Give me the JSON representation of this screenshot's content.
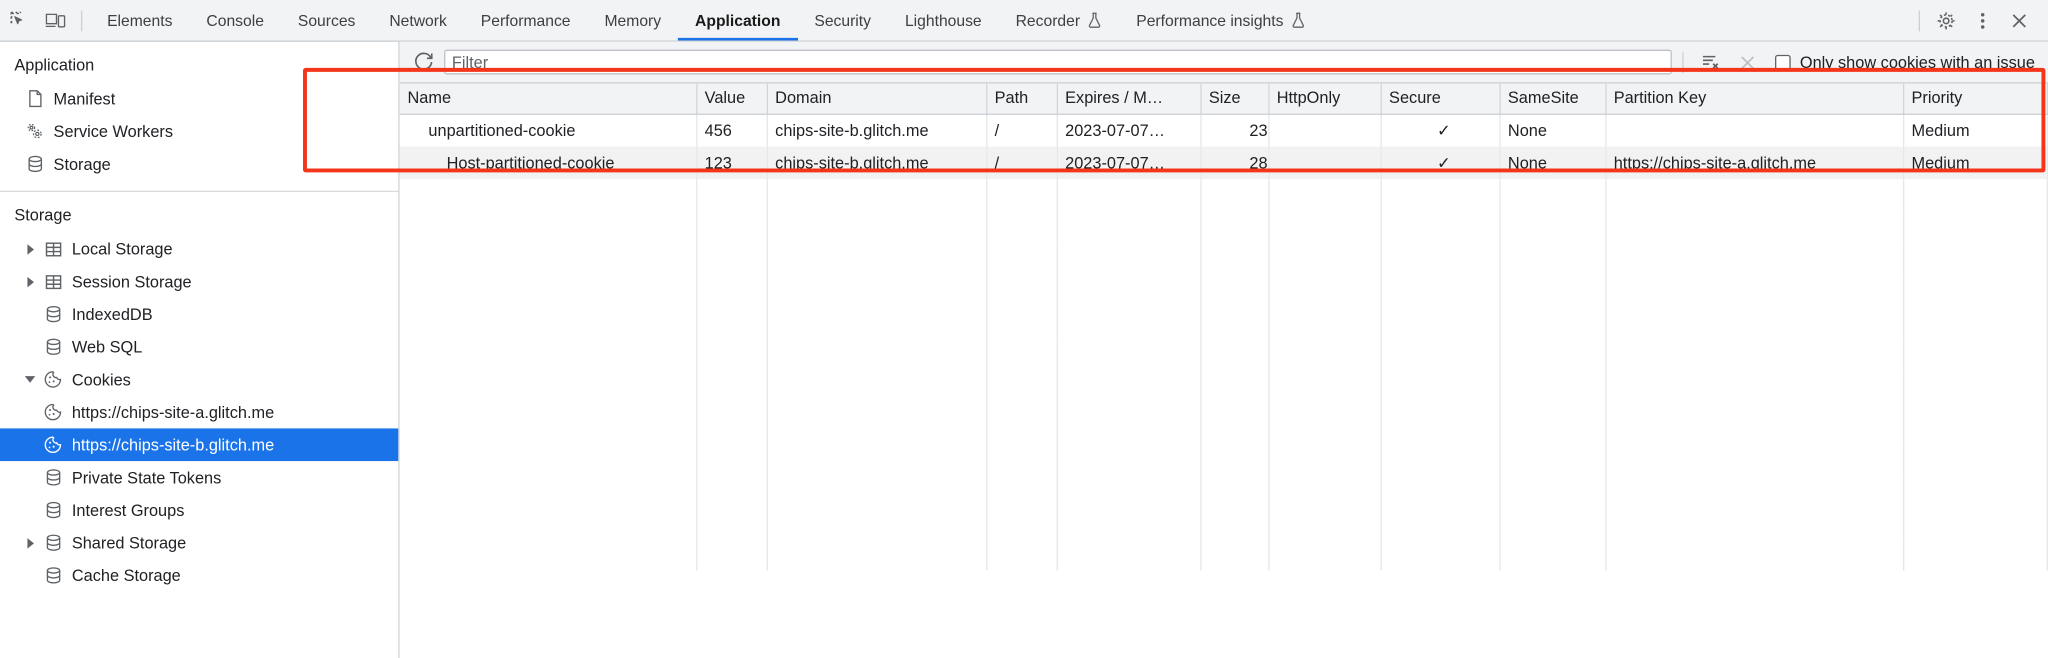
{
  "toolbar": {
    "icons": [
      {
        "name": "inspect-element-icon",
        "title": "Inspect element"
      },
      {
        "name": "device-toolbar-icon",
        "title": "Toggle device toolbar"
      }
    ],
    "tabs": [
      {
        "label": "Elements",
        "active": false,
        "experimental": false
      },
      {
        "label": "Console",
        "active": false,
        "experimental": false
      },
      {
        "label": "Sources",
        "active": false,
        "experimental": false
      },
      {
        "label": "Network",
        "active": false,
        "experimental": false
      },
      {
        "label": "Performance",
        "active": false,
        "experimental": false
      },
      {
        "label": "Memory",
        "active": false,
        "experimental": false
      },
      {
        "label": "Application",
        "active": true,
        "experimental": false
      },
      {
        "label": "Security",
        "active": false,
        "experimental": false
      },
      {
        "label": "Lighthouse",
        "active": false,
        "experimental": false
      },
      {
        "label": "Recorder",
        "active": false,
        "experimental": true
      },
      {
        "label": "Performance insights",
        "active": false,
        "experimental": true
      }
    ],
    "right_icons": [
      {
        "name": "settings-gear-icon",
        "title": "Settings"
      },
      {
        "name": "more-options-icon",
        "title": "Customize and control DevTools"
      },
      {
        "name": "close-devtools-icon",
        "title": "Close DevTools"
      }
    ],
    "accent_color": "#1a73e8"
  },
  "sidebar": {
    "application": {
      "title": "Application",
      "items": [
        {
          "label": "Manifest",
          "icon": "document-icon",
          "indent": 1,
          "twisty": "none",
          "selected": false
        },
        {
          "label": "Service Workers",
          "icon": "gears-icon",
          "indent": 1,
          "twisty": "none",
          "selected": false
        },
        {
          "label": "Storage",
          "icon": "database-icon",
          "indent": 1,
          "twisty": "none",
          "selected": false
        }
      ]
    },
    "storage": {
      "title": "Storage",
      "items": [
        {
          "label": "Local Storage",
          "icon": "table-grid-icon",
          "indent": 1,
          "twisty": "closed",
          "selected": false
        },
        {
          "label": "Session Storage",
          "icon": "table-grid-icon",
          "indent": 1,
          "twisty": "closed",
          "selected": false
        },
        {
          "label": "IndexedDB",
          "icon": "database-icon",
          "indent": 1,
          "twisty": "none",
          "selected": false
        },
        {
          "label": "Web SQL",
          "icon": "database-icon",
          "indent": 1,
          "twisty": "none",
          "selected": false
        },
        {
          "label": "Cookies",
          "icon": "cookie-icon",
          "indent": 1,
          "twisty": "open",
          "selected": false
        },
        {
          "label": "https://chips-site-a.glitch.me",
          "icon": "cookie-icon",
          "indent": 2,
          "twisty": "none",
          "selected": false
        },
        {
          "label": "https://chips-site-b.glitch.me",
          "icon": "cookie-icon",
          "indent": 2,
          "twisty": "none",
          "selected": true
        },
        {
          "label": "Private State Tokens",
          "icon": "database-icon",
          "indent": 1,
          "twisty": "none",
          "selected": false
        },
        {
          "label": "Interest Groups",
          "icon": "database-icon",
          "indent": 1,
          "twisty": "none",
          "selected": false
        },
        {
          "label": "Shared Storage",
          "icon": "database-icon",
          "indent": 1,
          "twisty": "closed",
          "selected": false
        },
        {
          "label": "Cache Storage",
          "icon": "database-icon",
          "indent": 1,
          "twisty": "none",
          "selected": false
        }
      ]
    }
  },
  "filterbar": {
    "refresh_icon": "refresh-icon",
    "filter_placeholder": "Filter",
    "filter_value": "",
    "clear_all_icon": "clear-all-cookies-icon",
    "delete_icon": "delete-selected-cookie-icon",
    "checkbox": {
      "label": "Only show cookies with an issue",
      "checked": false
    }
  },
  "table": {
    "columns": [
      "Name",
      "Value",
      "Domain",
      "Path",
      "Expires / M…",
      "Size",
      "HttpOnly",
      "Secure",
      "SameSite",
      "Partition Key",
      "Priority"
    ],
    "rows": [
      {
        "Name": "unpartitioned-cookie",
        "Value": "456",
        "Domain": "chips-site-b.glitch.me",
        "Path": "/",
        "Expires / M…": "2023-07-07…",
        "Size": "23",
        "HttpOnly": "",
        "Secure": "✓",
        "SameSite": "None",
        "Partition Key": "",
        "Priority": "Medium"
      },
      {
        "Name": "__Host-partitioned-cookie",
        "Value": "123",
        "Domain": "chips-site-b.glitch.me",
        "Path": "/",
        "Expires / M…": "2023-07-07…",
        "Size": "28",
        "HttpOnly": "",
        "Secure": "✓",
        "SameSite": "None",
        "Partition Key": "https://chips-site-a.glitch.me",
        "Priority": "Medium"
      }
    ]
  },
  "annotation": {
    "color": "#f4351a",
    "shape": "rectangle",
    "target": "cookies-table"
  }
}
